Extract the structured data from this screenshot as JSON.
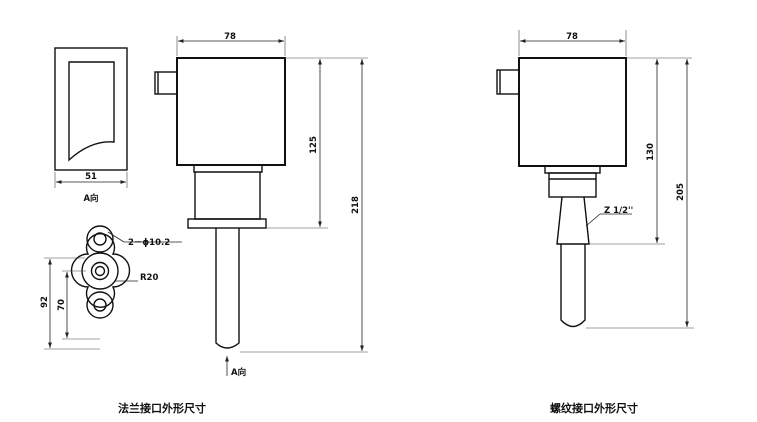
{
  "flange_drawing": {
    "caption": "法兰接口外形尺寸",
    "view_a_label": "A向",
    "view_a_width": "51",
    "housing_width": "78",
    "dim_125": "125",
    "dim_218": "218",
    "arrow_label": "A向",
    "holes_label": "2－ϕ10.2",
    "radius_label": "R20",
    "dim_92": "92",
    "dim_70": "70"
  },
  "thread_drawing": {
    "caption": "螺纹接口外形尺寸",
    "housing_width": "78",
    "dim_130": "130",
    "dim_205": "205",
    "thread_label": "Z 1/2''"
  }
}
